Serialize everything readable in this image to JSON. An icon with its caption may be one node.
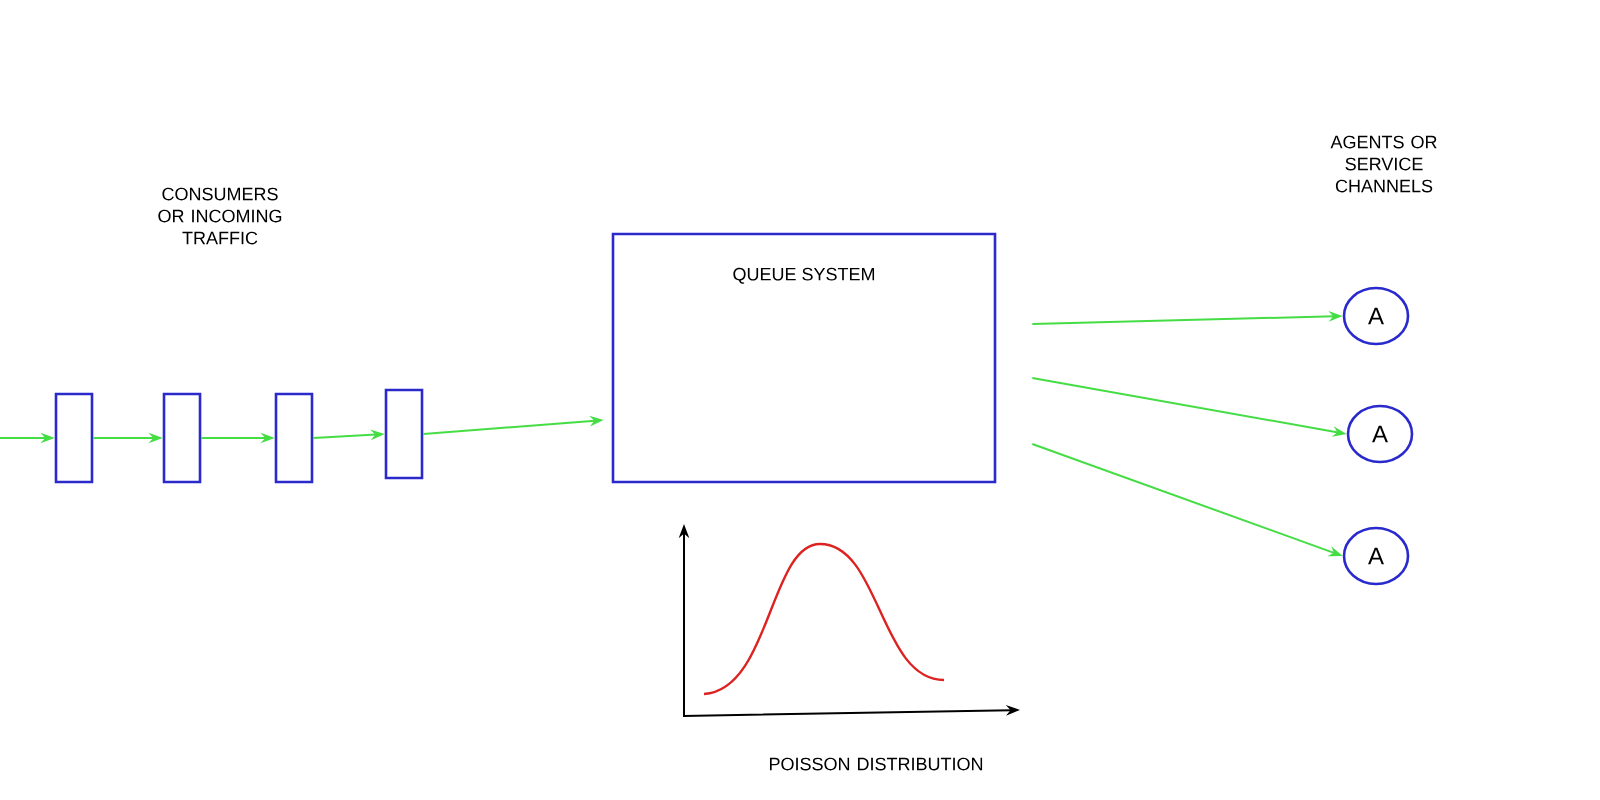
{
  "diagram": {
    "nodes": [
      {
        "text": [],
        "shape": "box"
      },
      {
        "text": [],
        "shape": "box"
      },
      {
        "text": [],
        "shape": "box"
      },
      {
        "text": [],
        "shape": "box"
      },
      {
        "text": [
          "QUEUE SYSTEM"
        ]
      },
      {
        "text": [
          "A"
        ]
      },
      {
        "text": [
          "A"
        ]
      },
      {
        "text": [
          "A"
        ]
      }
    ],
    "edges": [
      {
        "from": null,
        "to": 0,
        "arrow": "to"
      },
      {
        "from": 0,
        "to": 1,
        "arrow": "to"
      },
      {
        "from": 1,
        "to": 2,
        "arrow": "to"
      },
      {
        "from": 2,
        "to": 3,
        "arrow": "to"
      },
      {
        "from": 3,
        "to": 4,
        "arrow": "to"
      },
      {
        "from": 4,
        "to": 5,
        "arrow": "to"
      },
      {
        "from": 4,
        "to": 6,
        "arrow": "to"
      },
      {
        "from": 4,
        "to": 7,
        "arrow": "to"
      }
    ],
    "labels": [
      "CONSUMERS OR INCOMING TRAFFIC",
      "AGENTS OR SERVICE CHANNELS",
      "POISSON DISTRIBUTION"
    ]
  }
}
